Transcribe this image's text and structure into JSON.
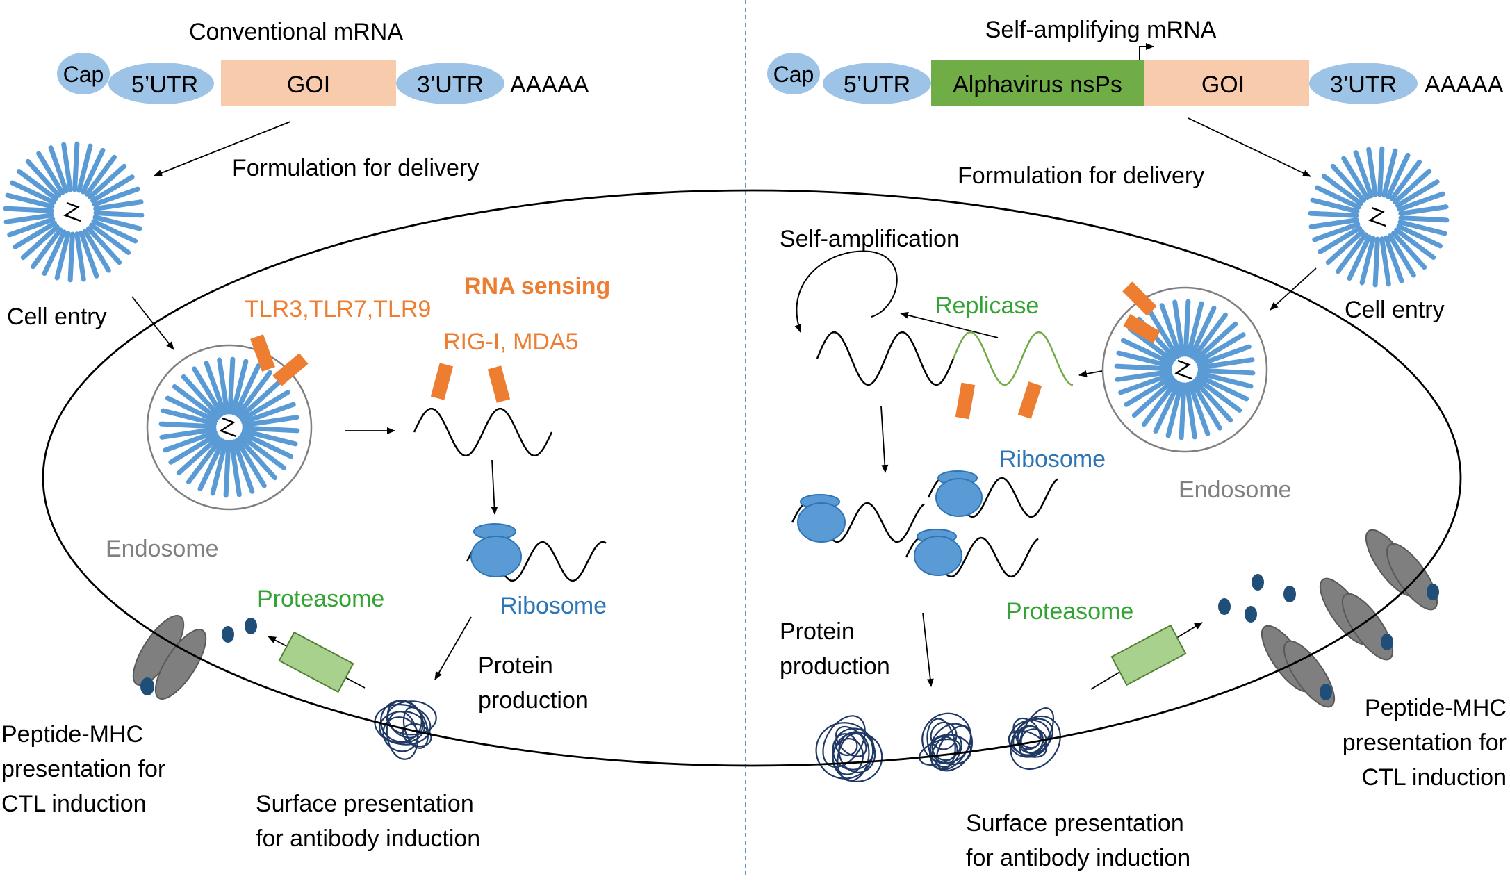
{
  "left": {
    "title": "Conventional mRNA",
    "construct": {
      "cap": "Cap",
      "utr5": "5’UTR",
      "goi": "GOI",
      "utr3": "3’UTR",
      "polya": "AAAAA"
    },
    "formulation": "Formulation for delivery",
    "cell_entry": "Cell entry",
    "tlr": "TLR3,TLR7,TLR9",
    "rna_sensing": "RNA sensing",
    "rig": "RIG-I, MDA5",
    "endosome": "Endosome",
    "ribosome": "Ribosome",
    "proteasome": "Proteasome",
    "protein_production": [
      "Protein",
      "production"
    ],
    "peptide_mhc": [
      "Peptide-MHC",
      "presentation for",
      "CTL induction"
    ],
    "surface": [
      "Surface presentation",
      "for antibody induction"
    ]
  },
  "right": {
    "title": "Self-amplifying mRNA",
    "construct": {
      "cap": "Cap",
      "utr5": "5’UTR",
      "nsps": "Alphavirus nsPs",
      "goi": "GOI",
      "utr3": "3’UTR",
      "polya": "AAAAA"
    },
    "formulation": "Formulation for delivery",
    "cell_entry": "Cell entry",
    "self_amplification": "Self-amplification",
    "replicase": "Replicase",
    "endosome": "Endosome",
    "ribosome": "Ribosome",
    "proteasome": "Proteasome",
    "protein_production": [
      "Protein",
      "production"
    ],
    "peptide_mhc": [
      "Peptide-MHC",
      "presentation for",
      "CTL induction"
    ],
    "surface": [
      "Surface presentation",
      "for antibody induction"
    ]
  },
  "colors": {
    "blue_light": "#9dc3e6",
    "blue_lipid": "#5b9bd5",
    "ribosome_blue": "#2e75b6",
    "peptide_navy": "#1f4e79",
    "goi_peach": "#f8cbad",
    "nsps_green": "#70ad47",
    "receptor_orange": "#ed7d31",
    "green_text": "#33a333",
    "proteasome_green": "#a9d18e",
    "mhc_gray": "#7f7f7f",
    "gray_text": "#808080",
    "divider": "#5b9bd5"
  }
}
